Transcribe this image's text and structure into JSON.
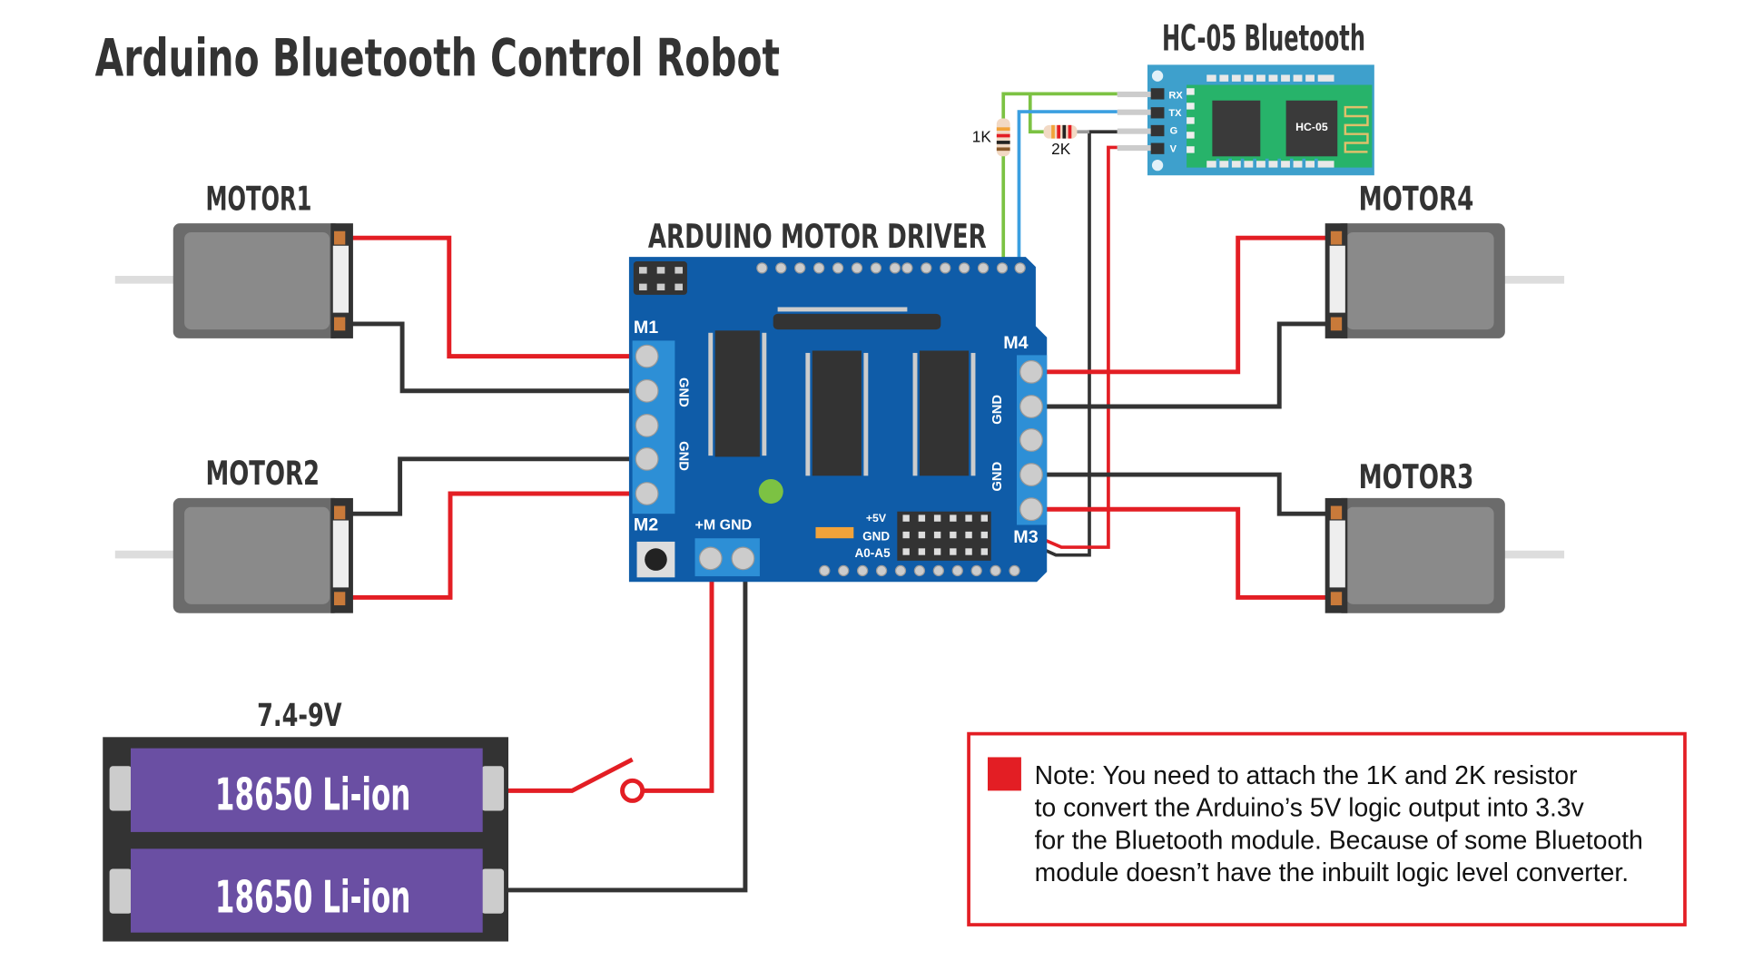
{
  "title": "Arduino Bluetooth Control Robot",
  "bluetooth": {
    "title": "HC-05 Bluetooth",
    "chip_label": "HC-05",
    "pins": [
      "RX",
      "TX",
      "G",
      "V"
    ],
    "resistors": [
      "1K",
      "2K"
    ]
  },
  "driver": {
    "title": "ARDUINO MOTOR DRIVER",
    "m1": "M1",
    "m2": "M2",
    "m3": "M3",
    "m4": "M4",
    "gnd": "GND",
    "power_terminal": "+M GND",
    "header_5v": "+5V",
    "header_gnd": "GND",
    "header_analog": "A0-A5"
  },
  "motors": [
    "MOTOR1",
    "MOTOR2",
    "MOTOR3",
    "MOTOR4"
  ],
  "battery": {
    "voltage": "7.4-9V",
    "cells": [
      "18650 Li-ion",
      "18650 Li-ion"
    ]
  },
  "note": {
    "lines": [
      "Note: You need to attach the 1K and 2K resistor",
      "to convert the Arduino’s 5V logic output into 3.3v",
      "for the Bluetooth module. Because of some Bluetooth",
      "module doesn’t have the inbuilt logic level converter."
    ]
  },
  "colors": {
    "wire_red": "#e31e24",
    "wire_black": "#333333",
    "wire_green": "#7cc243",
    "wire_blue": "#3b9fe0",
    "board": "#0f5ca8",
    "module": "#3ea0cc",
    "battery_cell": "#6a4fa3"
  }
}
